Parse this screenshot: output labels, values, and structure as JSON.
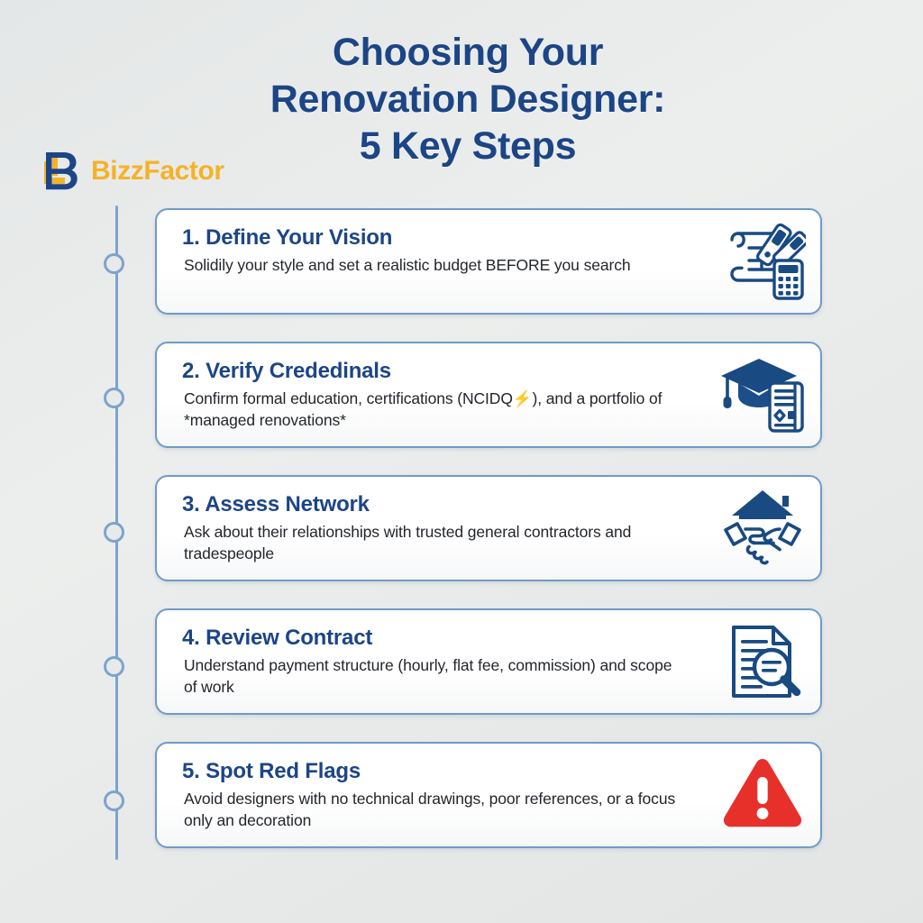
{
  "brand": {
    "logo_mark": "bizzfactor-b-monogram",
    "name": "BizzFactor",
    "logo_text_color": "#f5b227",
    "logo_mark_color": "#1c4586"
  },
  "header": {
    "title_line_1": "Choosing Your",
    "title_line_2": "Renovation Designer:",
    "title_line_3": "5 Key Steps",
    "title_color": "#1c4586"
  },
  "theme": {
    "background_start": "#e4e7e7",
    "background_end": "#e3e5e5",
    "card_border": "#6f9bc9",
    "card_background": "#ffffff",
    "timeline_color": "#7ea3cb",
    "accent_navy": "#1c4586",
    "icon_navy": "#194a82",
    "alert_red": "#e8302a"
  },
  "steps": [
    {
      "number": "1.",
      "title": "Define Your Vision",
      "description": "Solidily your style and set a realistic budget BEFORE you search",
      "icon": "blueprint-pen-calculator-icon"
    },
    {
      "number": "2.",
      "title": "Verify Crededinals",
      "description": "Confirm formal education, certifications (NCIDQ⚡), and a portfolio of *managed renovations*",
      "icon": "graduation-cap-certificate-icon"
    },
    {
      "number": "3.",
      "title": "Assess Network",
      "description": "Ask about their relationships with trusted general contractors and tradespeople",
      "icon": "handshake-house-icon"
    },
    {
      "number": "4.",
      "title": "Review Contract",
      "description": "Understand payment structure (hourly, flat fee, commission) and scope of work",
      "icon": "document-magnifier-icon"
    },
    {
      "number": "5.",
      "title": "Spot Red Flags",
      "description": "Avoid designers with no technical drawings, poor references, or a focus only an decoration",
      "icon": "warning-triangle-icon"
    }
  ]
}
